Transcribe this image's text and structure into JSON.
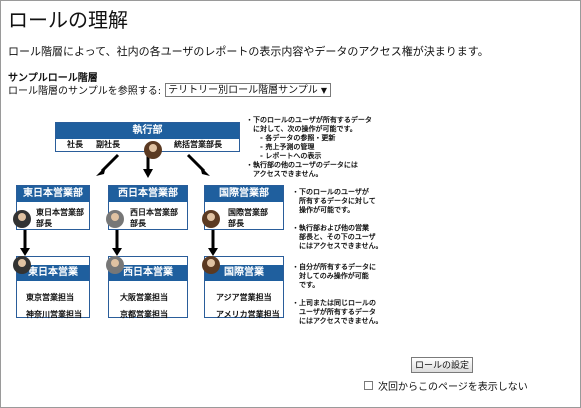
{
  "page": {
    "title": "ロールの理解",
    "description": "ロール階層によって、社内の各ユーザのレポートの表示内容やデータのアクセス権が決まります。"
  },
  "sample": {
    "label": "サンプルロール階層",
    "prompt": "ロール階層のサンプルを参照する:",
    "selected": "テリトリー別ロール階層サンプル"
  },
  "diagram": {
    "exec": {
      "header": "執行部",
      "roles": [
        "社長",
        "副社長",
        "統括営業部長"
      ]
    },
    "exec_note": "・下のロールのユーザが所有するデータ\n　に対して、次の操作が可能です。\n　　- 各データの参照・更新\n　　- 売上予測の管理\n　　- レポートへの表示\n・執行部の他のユーザのデータには\n　アクセスできません。",
    "divisions": [
      {
        "header": "東日本営業部",
        "role": "東日本営業部\n部長"
      },
      {
        "header": "西日本営業部",
        "role": "西日本営業部\n部長"
      },
      {
        "header": "国際営業部",
        "role": "国際営業部\n部長"
      }
    ],
    "division_note": "・下のロールのユーザが\n　所有するデータに対して\n　操作が可能です。\n\n・執行部および他の営業\n　部長と、その下のユーザ\n　にはアクセスできません。",
    "teams": [
      {
        "header": "東日本営業",
        "roles": [
          "東京営業担当",
          "神奈川営業担当"
        ]
      },
      {
        "header": "西日本営業",
        "roles": [
          "大阪営業担当",
          "京都営業担当"
        ]
      },
      {
        "header": "国際営業",
        "roles": [
          "アジア営業担当",
          "アメリカ営業担当"
        ]
      }
    ],
    "team_note": "・自分が所有するデータに\n　対してのみ操作が可能\n　です。\n\n・上司または同じロールの\n　ユーザが所有するデータ\n　にはアクセスできません。"
  },
  "footer": {
    "settings_button": "ロールの設定",
    "dont_show_label": "次回からこのページを表示しない"
  }
}
